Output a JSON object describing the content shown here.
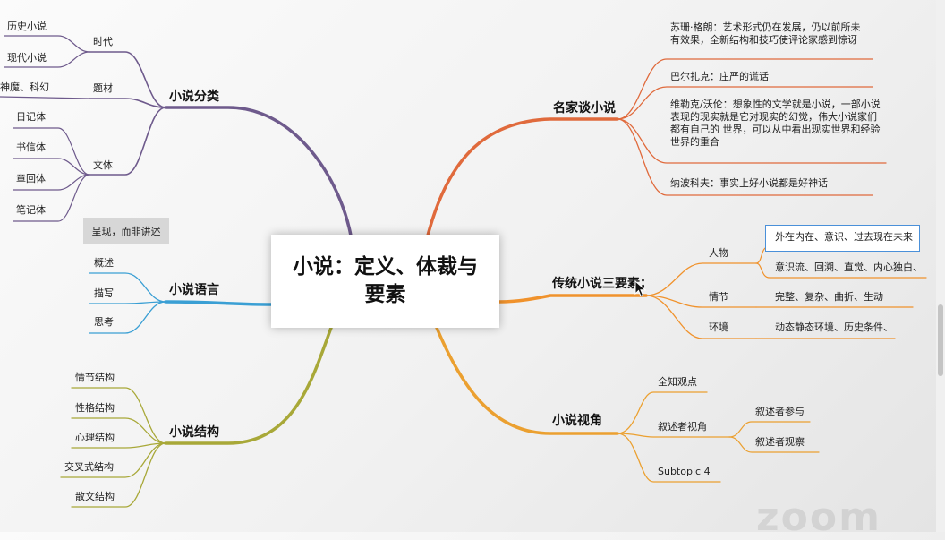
{
  "center": {
    "title": "小说：定义、体裁与要素"
  },
  "branches": {
    "classification": {
      "label": "小说分类",
      "era": {
        "label": "时代",
        "items": [
          "历史小说",
          "现代小说"
        ]
      },
      "subject": {
        "label": "题材",
        "items": [
          "神魔、科幻"
        ]
      },
      "style": {
        "label": "文体",
        "items": [
          "日记体",
          "书信体",
          "章回体",
          "笔记体"
        ]
      }
    },
    "language": {
      "label": "小说语言",
      "note": "呈现，而非讲述",
      "items": [
        "概述",
        "描写",
        "思考"
      ]
    },
    "structure": {
      "label": "小说结构",
      "items": [
        "情节结构",
        "性格结构",
        "心理结构",
        "交叉式结构",
        "散文结构"
      ]
    },
    "quotes": {
      "label": "名家谈小说",
      "items": [
        "苏珊·格朗：艺术形式仍在发展，仍以前所未有效果，全新结构和技巧使评论家感到惊讶",
        "巴尔扎克：庄严的谎话",
        "维勒克/沃伦：想象性的文学就是小说，一部小说表现的现实就是它对现实的幻觉，伟大小说家们都有自己的 世界，可以从中看出现实世界和经验世界的重合",
        "纳波科夫：事实上好小说都是好神话"
      ]
    },
    "elements": {
      "label": "传统小说三要素；",
      "character": {
        "label": "人物",
        "items": [
          "外在内在、意识、过去现在未来",
          "意识流、回溯、直觉、内心独白、"
        ]
      },
      "plot": {
        "label": "情节",
        "items": [
          "完整、复杂、曲折、生动"
        ]
      },
      "setting": {
        "label": "环境",
        "items": [
          "动态静态环境、历史条件、"
        ]
      }
    },
    "perspective": {
      "label": "小说视角",
      "items": [
        "全知观点",
        "叙述者视角",
        "Subtopic 4"
      ],
      "narrator_items": [
        "叙述者参与",
        "叙述者观察"
      ]
    }
  },
  "watermark": "zoom",
  "colors": {
    "classification": "#6e5a8c",
    "language": "#3a9fd4",
    "structure": "#a8a838",
    "quotes": "#e06a3c",
    "elements": "#f0922c",
    "perspective": "#eba030"
  }
}
